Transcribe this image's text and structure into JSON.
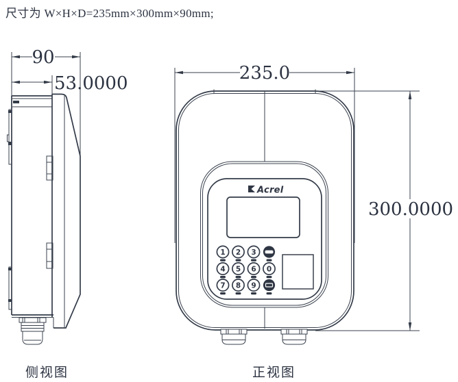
{
  "title": "尺寸为 W×H×D=235mm×300mm×90mm;",
  "views": {
    "side": {
      "label": "侧视图",
      "dims": {
        "depth": "90",
        "upper_depth": "53.0000"
      }
    },
    "front": {
      "label": "正视图",
      "dims": {
        "width": "235.0",
        "height": "300.0000"
      }
    }
  },
  "device": {
    "brand": "Acrel",
    "keypad": {
      "digits": [
        "1",
        "2",
        "3",
        "4",
        "5",
        "6",
        "0",
        "7",
        "8",
        "9"
      ]
    }
  },
  "colors": {
    "line": "#3a414d",
    "text": "#2b3240",
    "background": "#ffffff"
  }
}
